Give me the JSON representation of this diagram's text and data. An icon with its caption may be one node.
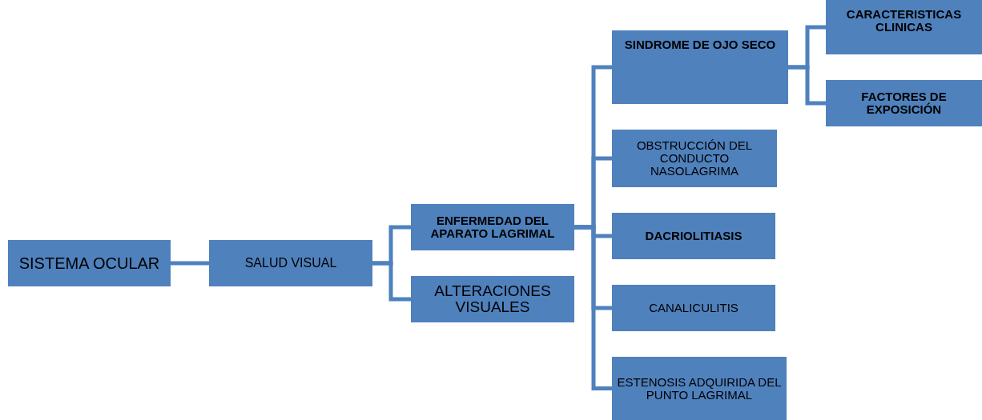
{
  "diagram": {
    "nodes": [
      {
        "text": [
          "SISTEMA OCULAR"
        ]
      },
      {
        "text": [
          "SALUD VISUAL"
        ]
      },
      {
        "text": [
          "ENFERMEDAD DEL APARATO LAGRIMAL"
        ]
      },
      {
        "text": [
          "ALTERACIONES VISUALES"
        ]
      },
      {
        "text": [
          "SINDROME DE OJO SECO"
        ]
      },
      {
        "text": [
          "OBSTRUCCIÓN DEL CONDUCTO NASOLAGRIMA"
        ]
      },
      {
        "text": [
          "DACRIOLITIASIS"
        ]
      },
      {
        "text": [
          "CANALICULITIS"
        ]
      },
      {
        "text": [
          "ESTENOSIS ADQUIRIDA DEL PUNTO LAGRIMAL"
        ]
      },
      {
        "text": [
          "CARACTERISTICAS CLINICAS"
        ]
      },
      {
        "text": [
          "FACTORES DE EXPOSICIÓN"
        ]
      }
    ],
    "edges": [
      {
        "from": 0,
        "to": 1,
        "arrow": "none"
      },
      {
        "from": 1,
        "to": 2,
        "arrow": "none"
      },
      {
        "from": 1,
        "to": 3,
        "arrow": "none"
      },
      {
        "from": 2,
        "to": 4,
        "arrow": "none"
      },
      {
        "from": 2,
        "to": 5,
        "arrow": "none"
      },
      {
        "from": 2,
        "to": 6,
        "arrow": "none"
      },
      {
        "from": 2,
        "to": 7,
        "arrow": "none"
      },
      {
        "from": 2,
        "to": 8,
        "arrow": "none"
      },
      {
        "from": 4,
        "to": 9,
        "arrow": "none"
      },
      {
        "from": 4,
        "to": 10,
        "arrow": "none"
      }
    ]
  }
}
